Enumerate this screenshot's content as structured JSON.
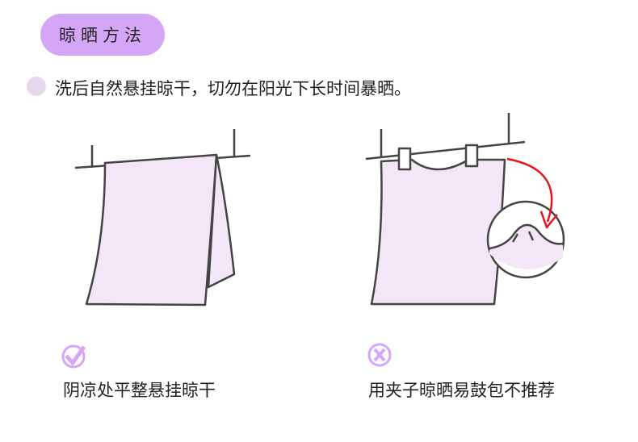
{
  "title": "晾晒方法",
  "tip": "洗后自然悬挂晾干，切勿在阳光下长时间暴晒。",
  "good": {
    "icon": "check-circle-icon",
    "caption": "阴凉处平整悬挂晾干"
  },
  "bad": {
    "icon": "x-circle-icon",
    "caption": "用夹子晾晒易鼓包不推荐"
  },
  "colors": {
    "accent": "#d5a6f8",
    "towel": "#f3e6f7",
    "arrow": "#e8141c",
    "line": "#444444"
  }
}
